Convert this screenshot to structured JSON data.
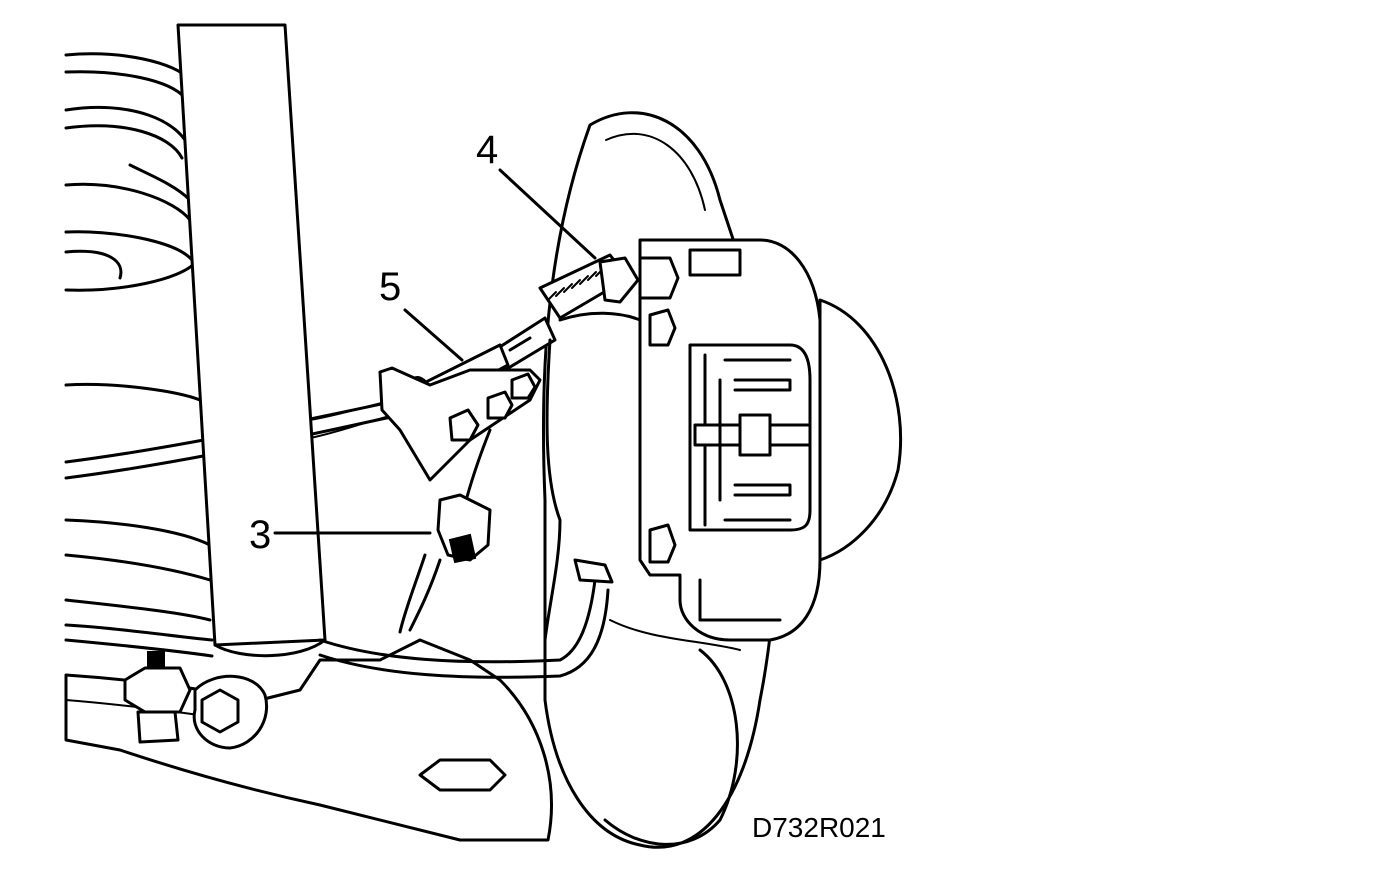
{
  "diagram": {
    "callouts": [
      {
        "id": "callout-3",
        "text": "3"
      },
      {
        "id": "callout-4",
        "text": "4"
      },
      {
        "id": "callout-5",
        "text": "5"
      }
    ],
    "figure_code": "D732R021"
  }
}
